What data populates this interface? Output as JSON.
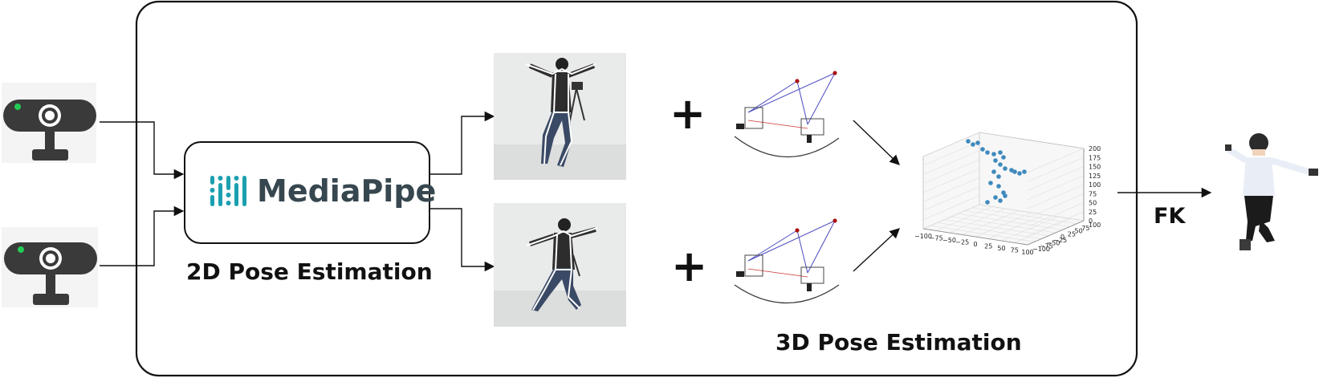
{
  "labels": {
    "pose_2d": "2D Pose Estimation",
    "pose_3d": "3D Pose Estimation",
    "fk": "FK",
    "mediapipe": "MediaPipe",
    "plus": "+"
  },
  "plot_3d": {
    "z_ticks": [
      "0",
      "25",
      "50",
      "75",
      "100",
      "125",
      "150",
      "175",
      "200"
    ],
    "x_ticks": [
      "−100",
      "−75",
      "−50",
      "−25",
      "0",
      "25",
      "50",
      "75",
      "100"
    ],
    "y_ticks": [
      "100",
      "75",
      "50",
      "25",
      "0",
      "−25",
      "−50",
      "−75",
      "−100"
    ]
  },
  "colors": {
    "mediapipe_teal": "#1aa0b0",
    "mediapipe_text": "#37474f",
    "point_blue": "#1f77b4",
    "camera_dark": "#3a3a3a",
    "camera_led": "#22cc55"
  }
}
